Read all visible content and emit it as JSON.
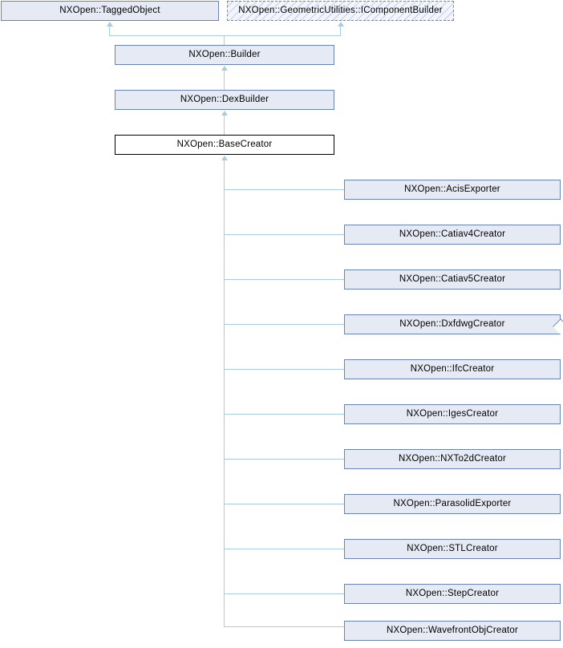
{
  "diagram": {
    "title": "NXOpen::BaseCreator inheritance diagram",
    "colors": {
      "node_fill": "#e6eaf4",
      "node_border": "#6a82b8",
      "current_fill": "#ffffff",
      "current_border": "#000000",
      "edge": "#a8cde0",
      "background": "#ffffff"
    },
    "roots": [
      {
        "label": "NXOpen::TaggedObject",
        "style": "solid"
      },
      {
        "label": "NXOpen::GeometricUtilities::IComponentBuilder",
        "style": "interface-dashed"
      }
    ],
    "chain": [
      {
        "label": "NXOpen::Builder",
        "style": "solid"
      },
      {
        "label": "NXOpen::DexBuilder",
        "style": "solid"
      },
      {
        "label": "NXOpen::BaseCreator",
        "style": "current"
      }
    ],
    "subclasses": [
      {
        "label": "NXOpen::AcisExporter",
        "folded": false
      },
      {
        "label": "NXOpen::Catiav4Creator",
        "folded": false
      },
      {
        "label": "NXOpen::Catiav5Creator",
        "folded": false
      },
      {
        "label": "NXOpen::DxfdwgCreator",
        "folded": true
      },
      {
        "label": "NXOpen::IfcCreator",
        "folded": false
      },
      {
        "label": "NXOpen::IgesCreator",
        "folded": false
      },
      {
        "label": "NXOpen::NXTo2dCreator",
        "folded": false
      },
      {
        "label": "NXOpen::ParasolidExporter",
        "folded": false
      },
      {
        "label": "NXOpen::STLCreator",
        "folded": false
      },
      {
        "label": "NXOpen::StepCreator",
        "folded": false
      },
      {
        "label": "NXOpen::WavefrontObjCreator",
        "folded": false
      }
    ]
  }
}
